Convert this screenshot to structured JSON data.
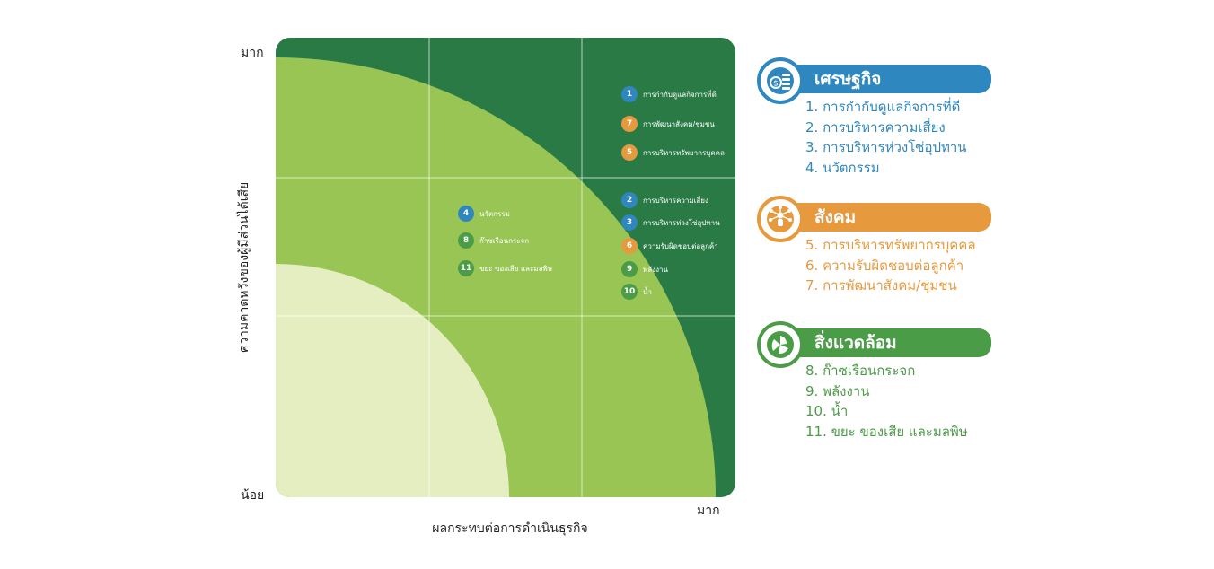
{
  "axes": {
    "y_title": "ความคาดหวังของผู้มีส่วนได้เสีย",
    "x_title": "ผลกระทบต่อการดำเนินธุรกิจ",
    "y_high": "มาก",
    "low": "น้อย",
    "x_high": "มาก"
  },
  "colors": {
    "dark_green": "#2a7a46",
    "mid_green": "#98c554",
    "light_green": "#e5eec1",
    "economy": "#2f87bf",
    "social": "#e69a3d",
    "environment": "#4b9c47"
  },
  "matrix_issues": [
    {
      "num": "1",
      "label": "การกำกับดูแลกิจการที่ดี",
      "category": "economy"
    },
    {
      "num": "7",
      "label": "การพัฒนาสังคม/ชุมชน",
      "category": "social"
    },
    {
      "num": "5",
      "label": "การบริหารทรัพยากรบุคคล",
      "category": "social"
    },
    {
      "num": "2",
      "label": "การบริหารความเสี่ยง",
      "category": "economy"
    },
    {
      "num": "3",
      "label": "การบริหารห่วงโซ่อุปทาน",
      "category": "economy"
    },
    {
      "num": "6",
      "label": "ความรับผิดชอบต่อลูกค้า",
      "category": "social"
    },
    {
      "num": "9",
      "label": "พลังงาน",
      "category": "environment"
    },
    {
      "num": "10",
      "label": "น้ำ",
      "category": "environment"
    },
    {
      "num": "4",
      "label": "นวัตกรรม",
      "category": "economy"
    },
    {
      "num": "8",
      "label": "ก๊าซเรือนกระจก",
      "category": "environment"
    },
    {
      "num": "11",
      "label": "ขยะ ของเสีย และมลพิษ",
      "category": "environment"
    }
  ],
  "legend": [
    {
      "title": "เศรษฐกิจ",
      "icon": "coins-icon",
      "color": "#2f87bf",
      "items": [
        "1. การกำกับดูแลกิจการที่ดี",
        "2. การบริหารความเสี่ยง",
        "3. การบริหารห่วงโซ่อุปทาน",
        "4. นวัตกรรม"
      ]
    },
    {
      "title": "สังคม",
      "icon": "people-network-icon",
      "color": "#e69a3d",
      "items": [
        "5. การบริหารทรัพยากรบุคคล",
        "6. ความรับผิดชอบต่อลูกค้า",
        "7. การพัฒนาสังคม/ชุมชน"
      ]
    },
    {
      "title": "สิ่งแวดล้อม",
      "icon": "leaf-cycle-icon",
      "color": "#4b9c47",
      "items": [
        "8. ก๊าซเรือนกระจก",
        "9. พลังงาน",
        "10. น้ำ",
        "11. ขยะ ของเสีย และมลพิษ"
      ]
    }
  ]
}
